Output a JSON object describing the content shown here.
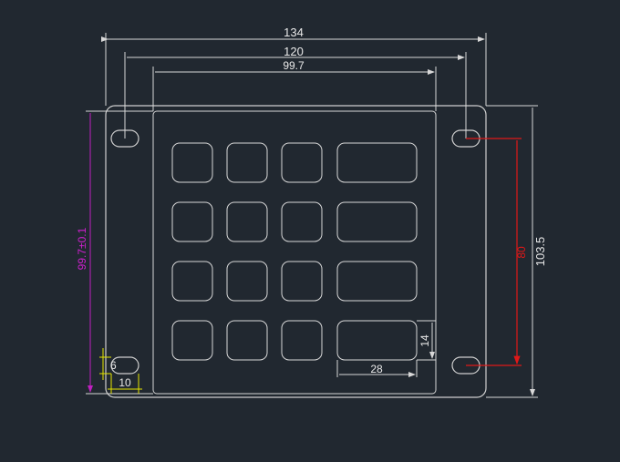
{
  "dimensions": {
    "overall_width": "134",
    "hole_spacing_x": "120",
    "bezel_width": "99.7",
    "overall_height": "103.5",
    "hole_spacing_y": "80",
    "bezel_height": "99.7±0.1",
    "large_key_width": "28",
    "large_key_height": "14",
    "slot_length": "10",
    "slot_width": "6"
  },
  "colors": {
    "background": "#212830",
    "outline": "#d8d8d8",
    "red_dimension": "#e01818",
    "magenta_dimension": "#d020d0",
    "yellow_dimension": "#e6e600"
  }
}
